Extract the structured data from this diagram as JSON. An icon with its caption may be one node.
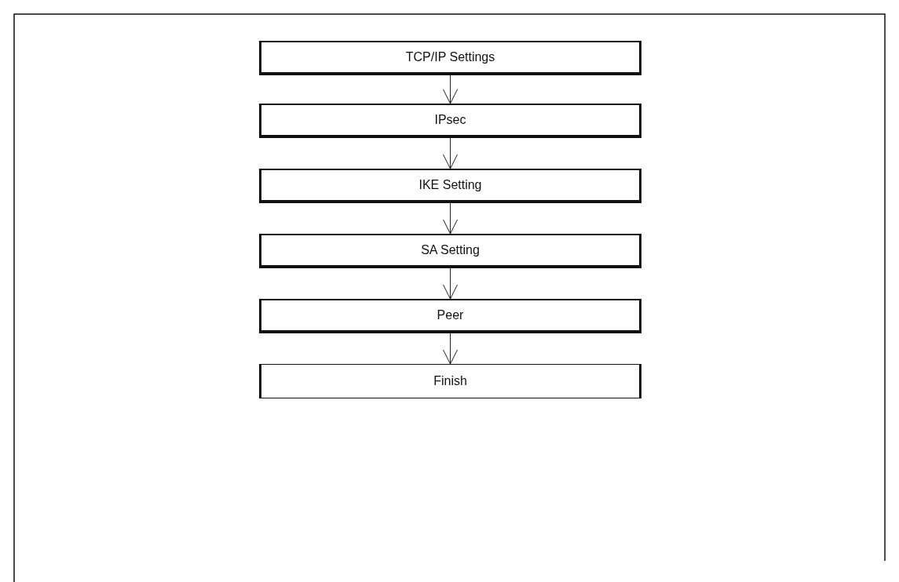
{
  "diagram": {
    "nodes": [
      {
        "text": [
          "TCP/IP Settings"
        ]
      },
      {
        "text": [
          "IPsec"
        ]
      },
      {
        "text": [
          "IKE Setting"
        ]
      },
      {
        "text": [
          "SA Setting"
        ]
      },
      {
        "text": [
          "Peer"
        ]
      },
      {
        "text": [
          "Finish"
        ]
      }
    ],
    "edges": [
      {
        "from": 0,
        "to": 1,
        "arrow": "to"
      },
      {
        "from": 1,
        "to": 2,
        "arrow": "to"
      },
      {
        "from": 2,
        "to": 3,
        "arrow": "to"
      },
      {
        "from": 3,
        "to": 4,
        "arrow": "to"
      },
      {
        "from": 4,
        "to": 5,
        "arrow": "to"
      }
    ]
  }
}
